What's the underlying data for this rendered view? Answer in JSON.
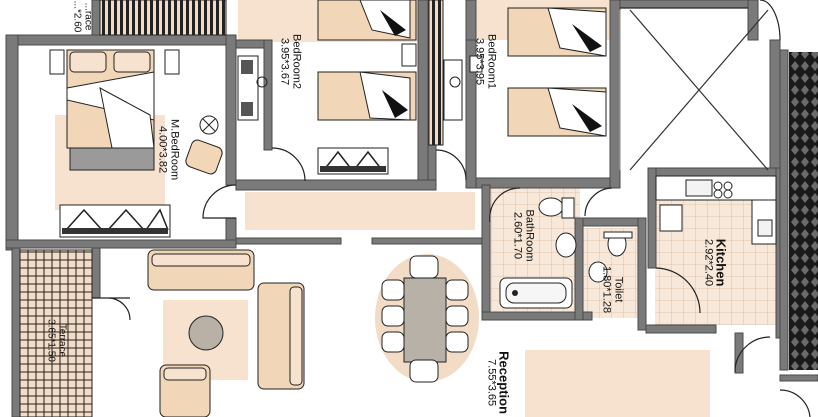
{
  "plan": {
    "rooms": [
      {
        "id": "terrace_top",
        "name": "...race",
        "dims": "...*2.60"
      },
      {
        "id": "bedroom2",
        "name": "BedRoom2",
        "dims": "3.95*3.67"
      },
      {
        "id": "bedroom1",
        "name": "BedRoom1",
        "dims": "3.95*3.95"
      },
      {
        "id": "master_bedroom",
        "name": "M.BedRoom",
        "dims": "4.00*3.82"
      },
      {
        "id": "bathroom",
        "name": "BathRoom",
        "dims": "2.60*1.70"
      },
      {
        "id": "toilet",
        "name": "Toilet",
        "dims": "1.80*1.28"
      },
      {
        "id": "kitchen",
        "name": "Kitchen",
        "dims": "2.92*2.40"
      },
      {
        "id": "terrace",
        "name": "Terrace",
        "dims": "3.65*1.50"
      },
      {
        "id": "reception",
        "name": "Reception",
        "dims": "7.55*3.65"
      }
    ],
    "colors": {
      "wall": "#7a7a7a",
      "wall_dark": "#4a4a4a",
      "floor_tint": "#f6e2cf",
      "furniture_fill": "#f1d7b8",
      "dark_pattern": "#1a1a1a",
      "tile_line": "#d9b9a0",
      "table": "#b7b1a8"
    }
  }
}
